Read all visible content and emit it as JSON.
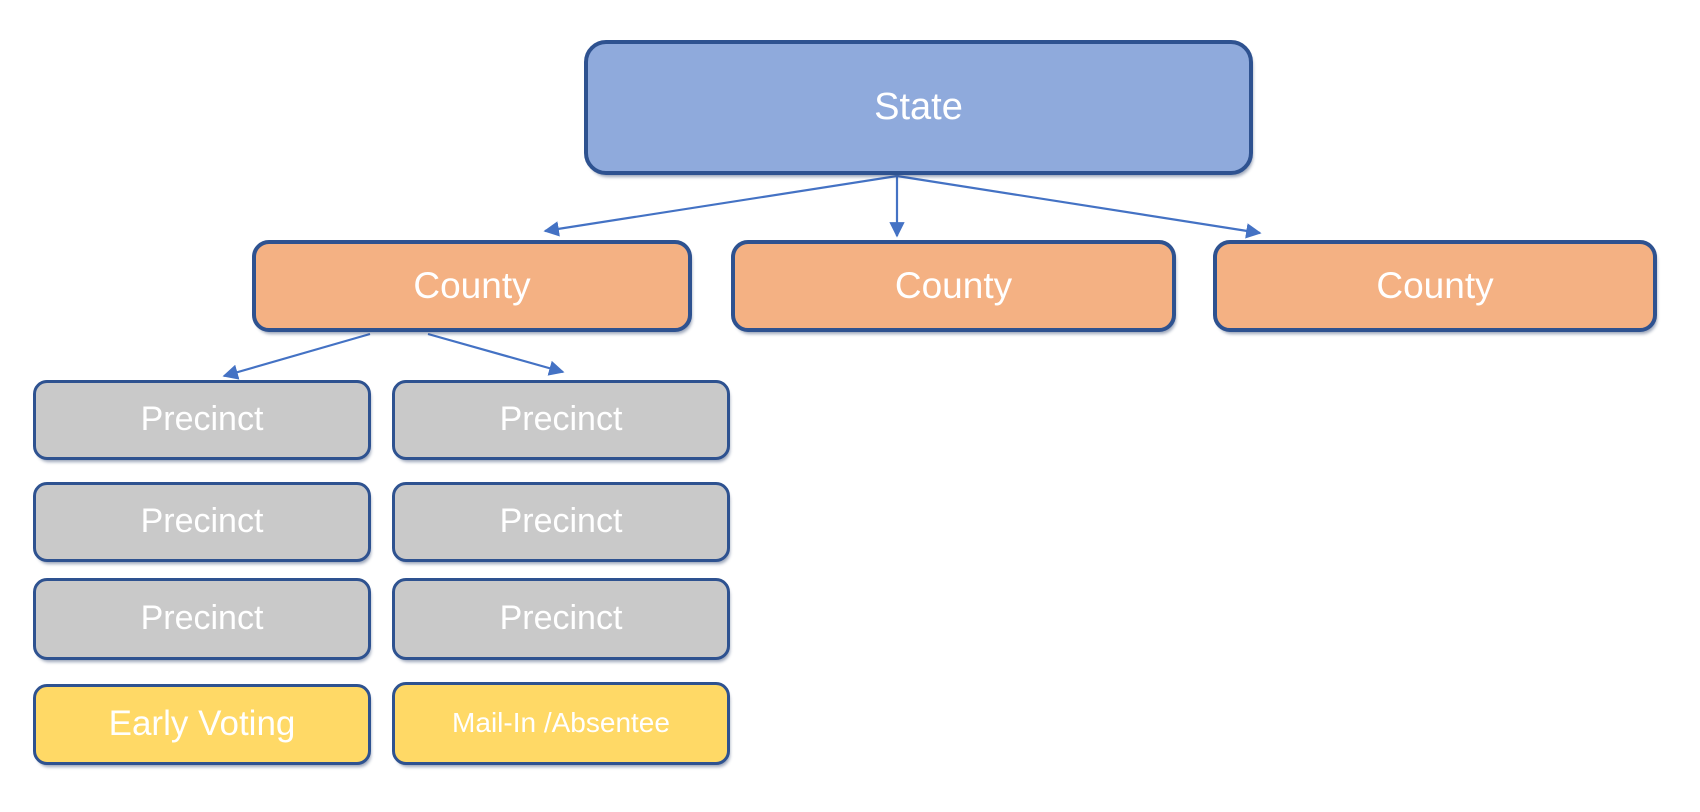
{
  "colors": {
    "state_fill": "#8FAADC",
    "county_fill": "#F4B183",
    "precinct_fill": "#C9C9C9",
    "voting_fill": "#FFD966",
    "node_border": "#2E5290",
    "arrow": "#4472C4",
    "label_text": "#FFFFFF",
    "background": "#FFFFFF"
  },
  "nodes": {
    "state": {
      "label": "State"
    },
    "counties": [
      {
        "label": "County"
      },
      {
        "label": "County"
      },
      {
        "label": "County"
      }
    ],
    "precincts_left": [
      {
        "label": "Precinct"
      },
      {
        "label": "Precinct"
      },
      {
        "label": "Precinct"
      }
    ],
    "precincts_right": [
      {
        "label": "Precinct"
      },
      {
        "label": "Precinct"
      },
      {
        "label": "Precinct"
      }
    ],
    "early_voting": {
      "label": "Early Voting"
    },
    "mail_in_absentee": {
      "label": "Mail-In /Absentee"
    }
  }
}
